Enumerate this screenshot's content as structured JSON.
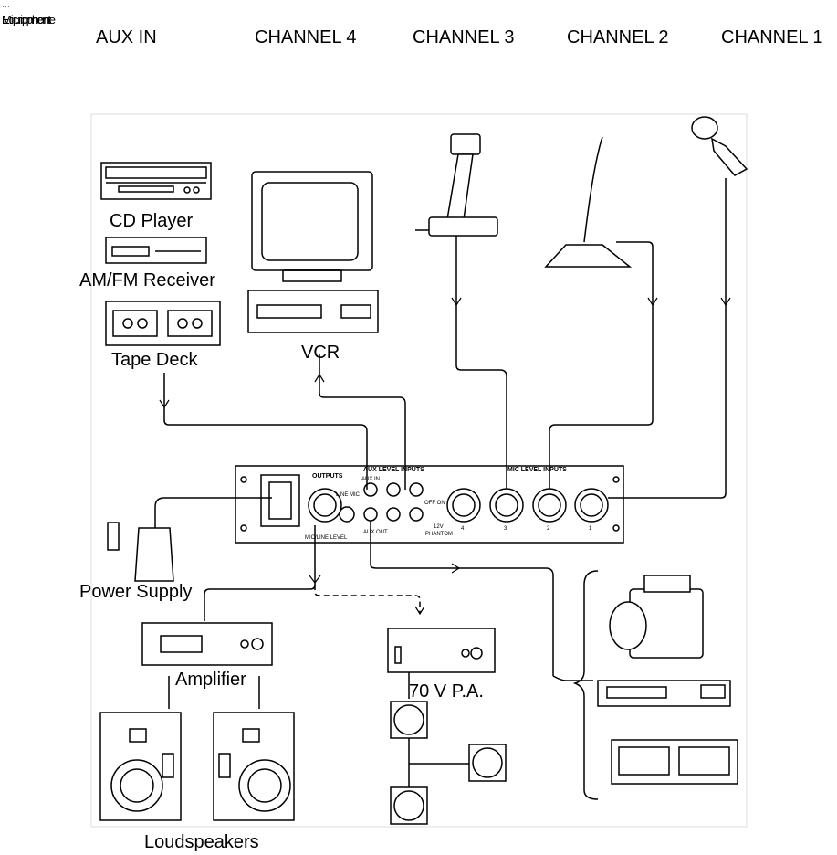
{
  "overlap_text": {
    "a": "Equipment",
    "b": "Microphone"
  },
  "top_faint": "…",
  "headers": {
    "aux_in": "AUX IN",
    "channel_4": "CHANNEL 4",
    "channel_3": "CHANNEL 3",
    "channel_2": "CHANNEL 2",
    "channel_1": "CHANNEL 1"
  },
  "labels": {
    "cd_player": "CD Player",
    "am_fm_receiver": "AM/FM Receiver",
    "tape_deck": "Tape Deck",
    "vcr": "VCR",
    "power_supply": "Power Supply",
    "amplifier": "Amplifier",
    "pa_70v": "70 V P.A.",
    "loudspeakers": "Loudspeakers"
  },
  "panel": {
    "outputs": "OUTPUTS",
    "aux_level_inputs": "AUX LEVEL INPUTS",
    "mic_level_inputs": "MIC LEVEL INPUTS",
    "aux_in": "AUX IN",
    "aux_out": "AUX OUT",
    "line_mic": "LINE MIC",
    "mic_line_level": "MIC/LINE LEVEL",
    "off_on": "OFF ON",
    "v12": "12V",
    "phantom": "PHANTOM",
    "num_1": "1",
    "num_2": "2",
    "num_3": "3",
    "num_4": "4"
  }
}
